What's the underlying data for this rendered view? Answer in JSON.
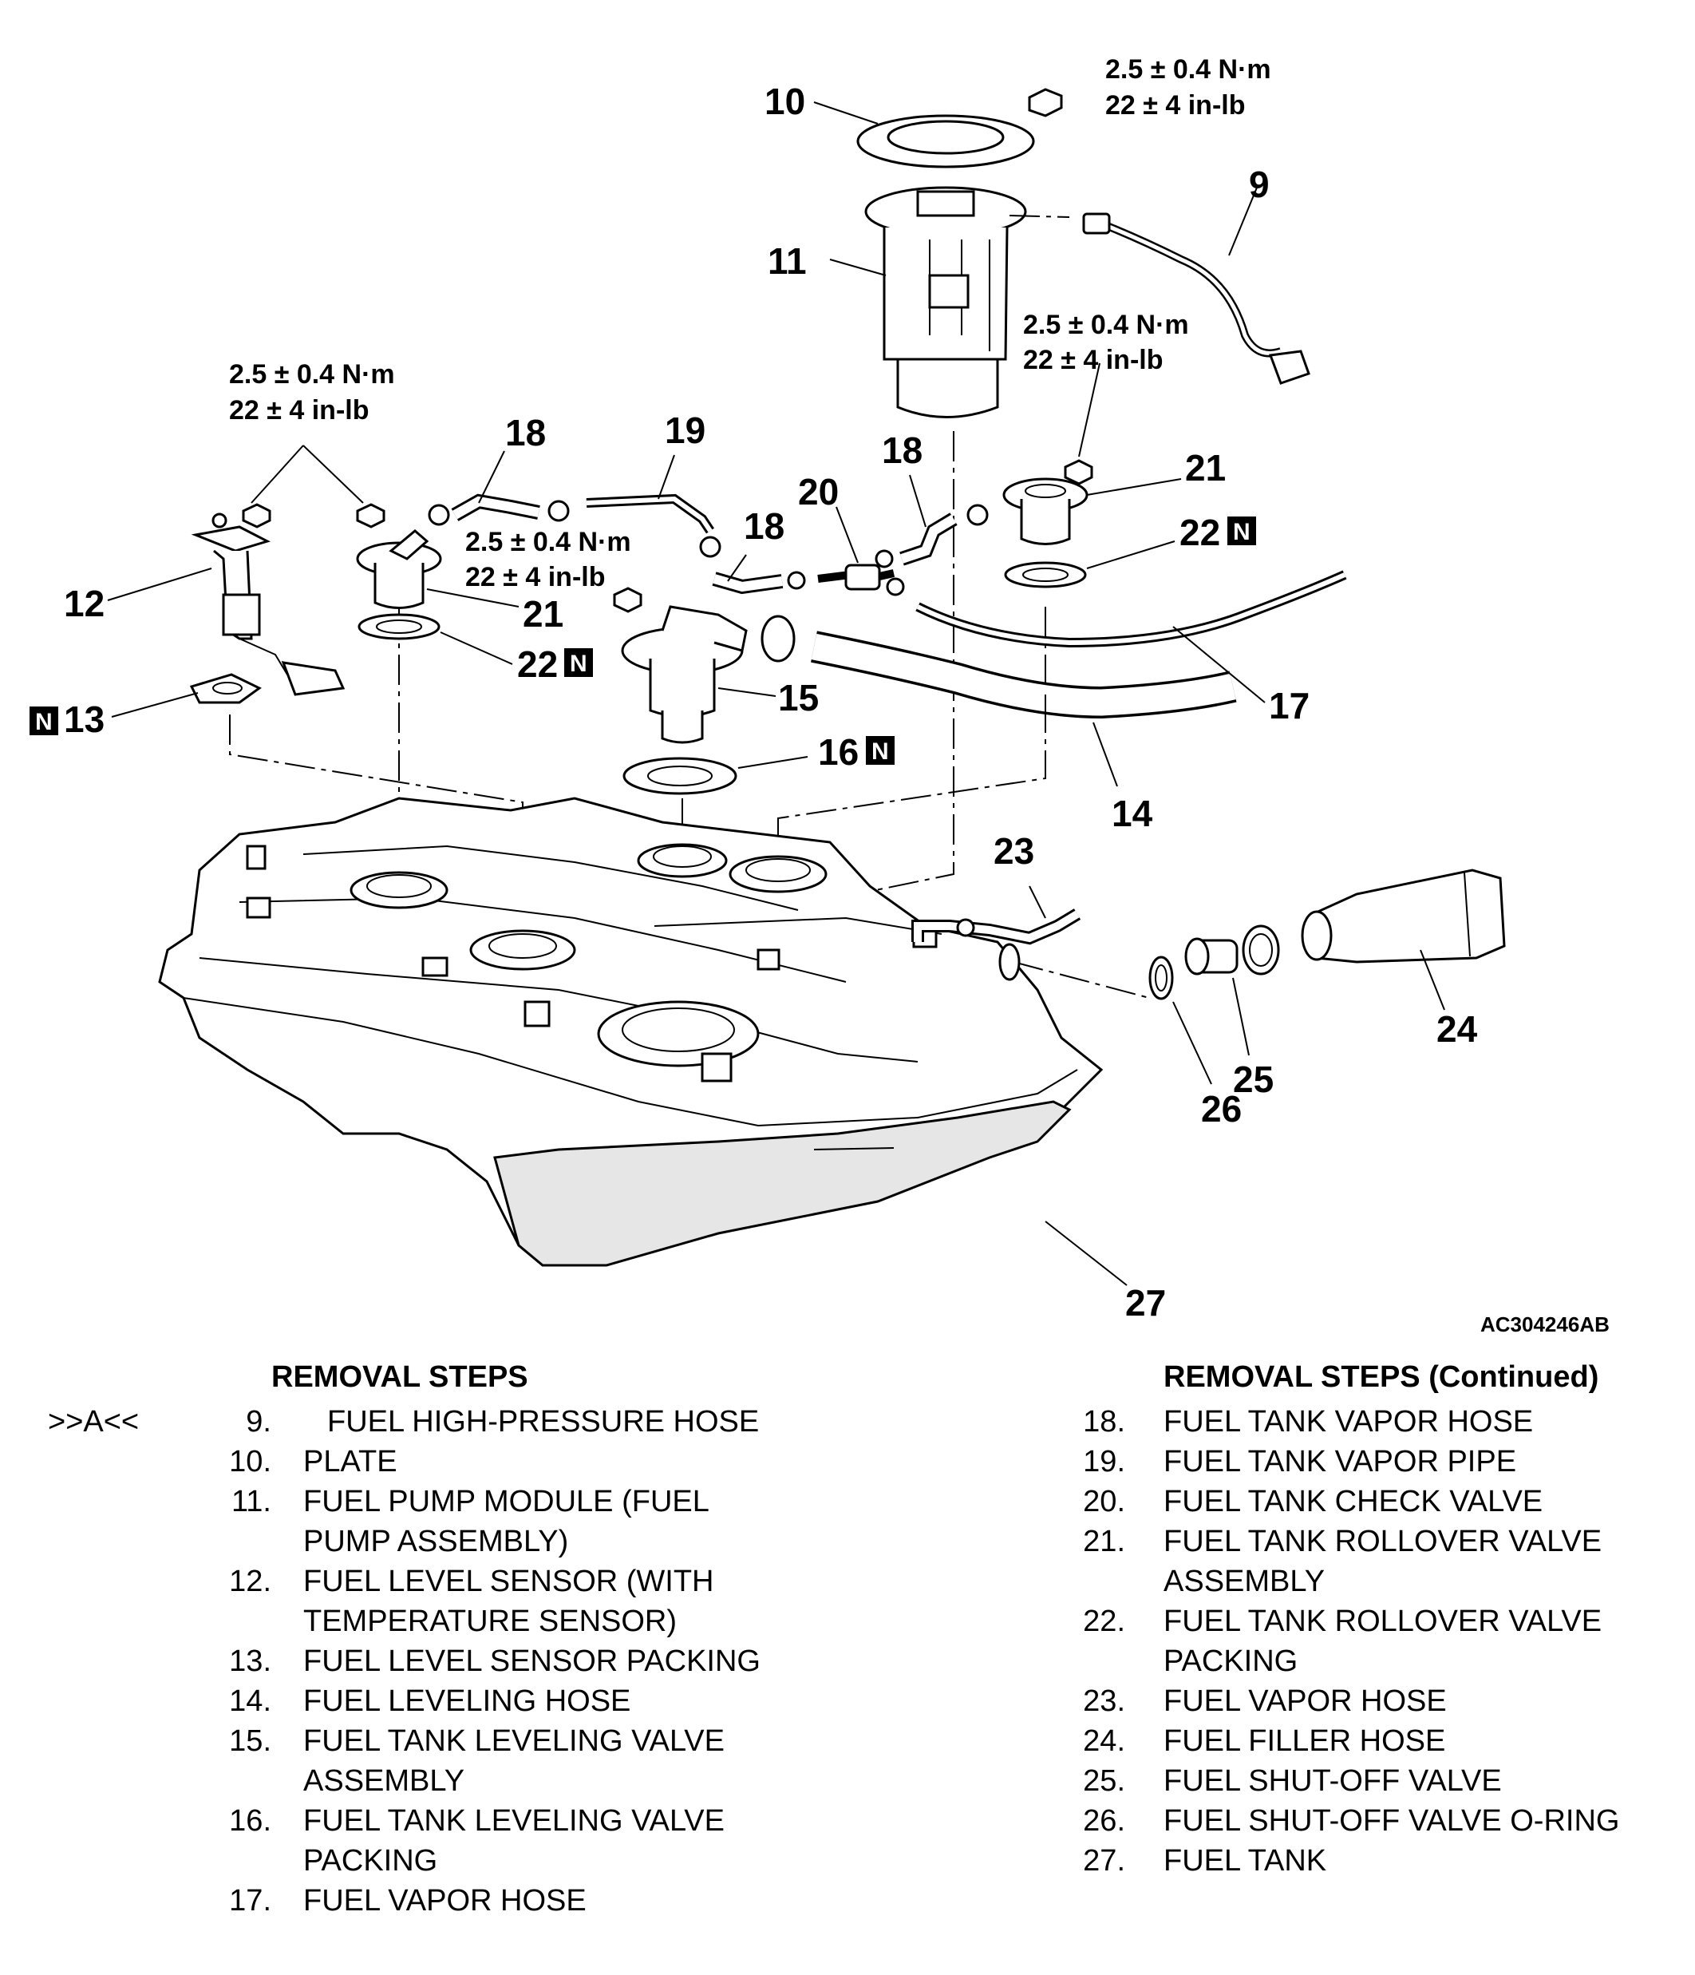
{
  "diagram": {
    "figure_id": "AC304246AB",
    "torque_spec_nm": "2.5 ± 0.4 N·m",
    "torque_spec_inlb": "22 ± 4 in-lb",
    "new_part_mark": "N",
    "callouts": {
      "c9": "9",
      "c10": "10",
      "c11": "11",
      "c12": "12",
      "c13": "13",
      "c14": "14",
      "c15": "15",
      "c16": "16",
      "c17": "17",
      "c18a": "18",
      "c18b": "18",
      "c18c": "18",
      "c19": "19",
      "c20": "20",
      "c21a": "21",
      "c21b": "21",
      "c22a": "22",
      "c22b": "22",
      "c23": "23",
      "c24": "24",
      "c25": "25",
      "c26": "26",
      "c27": "27"
    }
  },
  "removal_steps": {
    "title": "REMOVAL STEPS",
    "mark": ">>A<<",
    "items": [
      {
        "num": "9.",
        "text": "FUEL HIGH-PRESSURE HOSE"
      },
      {
        "num": "10.",
        "text": "PLATE"
      },
      {
        "num": "11.",
        "text": "FUEL PUMP MODULE (FUEL PUMP ASSEMBLY)"
      },
      {
        "num": "12.",
        "text": "FUEL LEVEL SENSOR (WITH TEMPERATURE SENSOR)"
      },
      {
        "num": "13.",
        "text": "FUEL LEVEL SENSOR PACKING"
      },
      {
        "num": "14.",
        "text": "FUEL LEVELING HOSE"
      },
      {
        "num": "15.",
        "text": "FUEL TANK LEVELING VALVE ASSEMBLY"
      },
      {
        "num": "16.",
        "text": "FUEL TANK LEVELING VALVE PACKING"
      },
      {
        "num": "17.",
        "text": "FUEL VAPOR HOSE"
      }
    ]
  },
  "removal_steps_continued": {
    "title": "REMOVAL STEPS (Continued)",
    "items": [
      {
        "num": "18.",
        "text": "FUEL TANK VAPOR HOSE"
      },
      {
        "num": "19.",
        "text": "FUEL TANK VAPOR PIPE"
      },
      {
        "num": "20.",
        "text": "FUEL TANK CHECK VALVE"
      },
      {
        "num": "21.",
        "text": "FUEL TANK ROLLOVER VALVE ASSEMBLY"
      },
      {
        "num": "22.",
        "text": "FUEL TANK ROLLOVER VALVE PACKING"
      },
      {
        "num": "23.",
        "text": "FUEL VAPOR HOSE"
      },
      {
        "num": "24.",
        "text": "FUEL FILLER HOSE"
      },
      {
        "num": "25.",
        "text": "FUEL SHUT-OFF VALVE"
      },
      {
        "num": "26.",
        "text": "FUEL SHUT-OFF VALVE O-RING"
      },
      {
        "num": "27.",
        "text": "FUEL TANK"
      }
    ]
  }
}
